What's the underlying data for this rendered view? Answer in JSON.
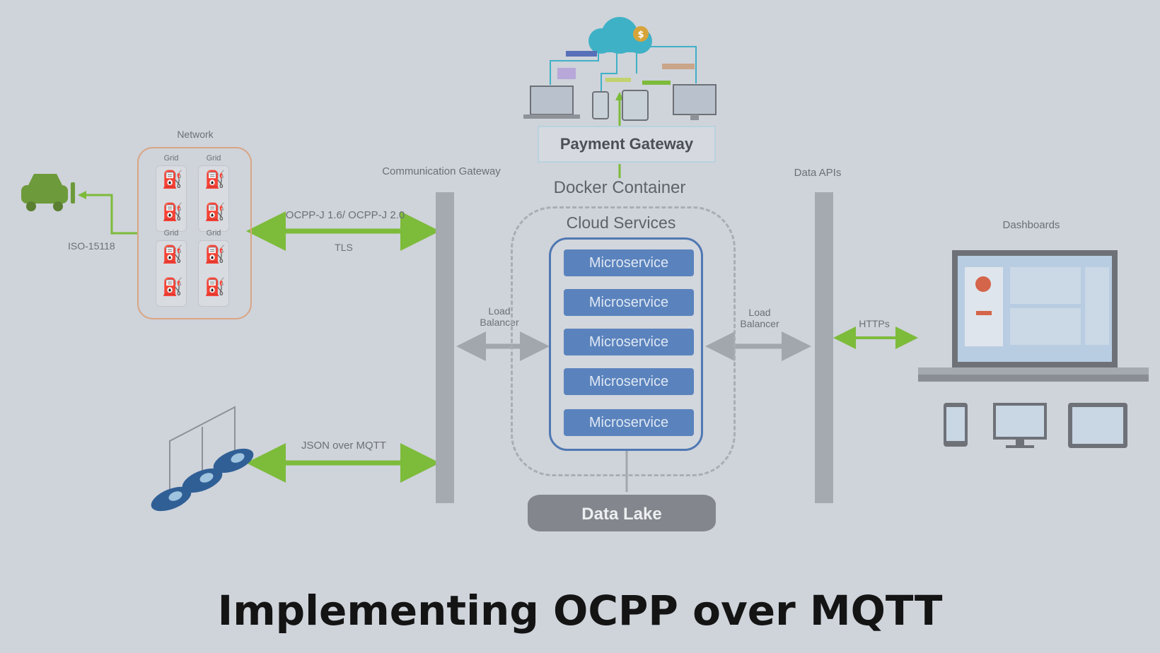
{
  "title": "Implementing OCPP over MQTT",
  "network": {
    "label": "Network",
    "grid_label": "Grid",
    "protocol_label": "ISO-15118"
  },
  "links": {
    "ocpp_label": "OCPP-J 1.6/ OCPP-J 2.0",
    "tls_label": "TLS",
    "mqtt_label": "JSON over MQTT",
    "https_label": "HTTPs",
    "load_balancer_left": "Load Balancer",
    "load_balancer_right": "Load Balancer"
  },
  "communication_gateway": "Communication Gateway",
  "data_apis": "Data APIs",
  "payment_gateway": "Payment Gateway",
  "docker_container": "Docker Container",
  "cloud_services": "Cloud Services",
  "microservices": [
    "Microservice",
    "Microservice",
    "Microservice",
    "Microservice",
    "Microservice"
  ],
  "data_lake": "Data Lake",
  "dashboards": "Dashboards",
  "colors": {
    "background": "#cfd3da",
    "green_arrow": "#7dbb3a",
    "microservice": "#5a83bd",
    "network_border": "#d9a583"
  }
}
